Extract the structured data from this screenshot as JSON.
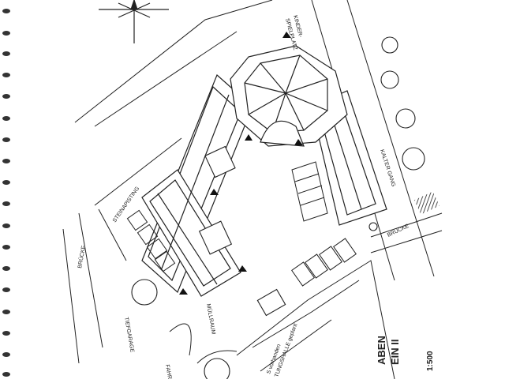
{
  "plan": {
    "labels": {
      "kinder": "KINDER-",
      "spielplatz": "SPIELPLATZ",
      "steinapisting": "STEINAPISTING",
      "bruecke_left": "BRÜCKE",
      "kalter_gang": "KALTER GANG",
      "bruecke_right": "BRÜCKE",
      "muellraum": "MÜLLRAUM",
      "tiefgarage": "TIEFGARAGE",
      "ausfahrt": "FAHRT",
      "vorhanden": "S vorhanden",
      "halle": "TUNGSHALLE geplant",
      "title_a": "ABEN",
      "title_b": "EIN II",
      "scale": "1:500"
    },
    "colors": {
      "ink": "#222222",
      "paper": "#ffffff"
    }
  }
}
